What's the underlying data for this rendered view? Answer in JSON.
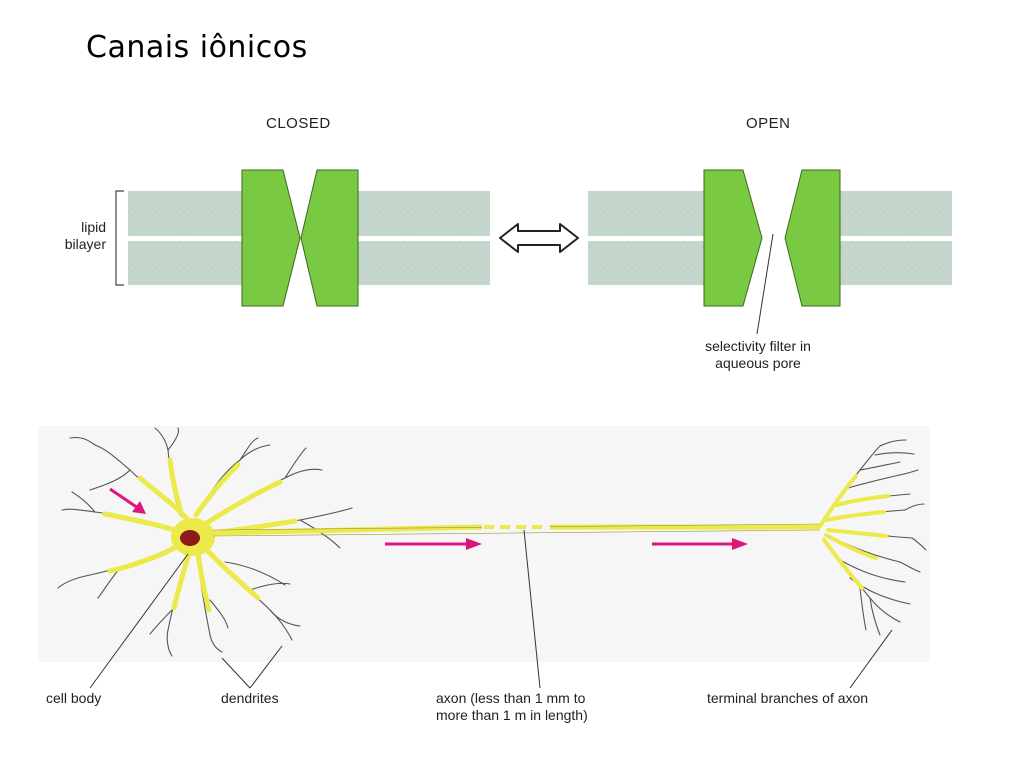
{
  "title": "Canais iônicos",
  "channel": {
    "closed_label": "CLOSED",
    "open_label": "OPEN",
    "lipid_label": "lipid\nbilayer",
    "filter_label": "selectivity filter in\naqueous pore"
  },
  "neuron": {
    "cell_body_label": "cell body",
    "dendrites_label": "dendrites",
    "axon_label": "axon (less than 1 mm to\nmore than 1 m in length)",
    "terminal_label": "terminal branches of axon"
  },
  "colors": {
    "membrane": "#c5d6cc",
    "channel": "#7ac943",
    "neuron": "#ecea4a",
    "nucleus": "#8b1a1a",
    "arrow": "#e0157a"
  }
}
